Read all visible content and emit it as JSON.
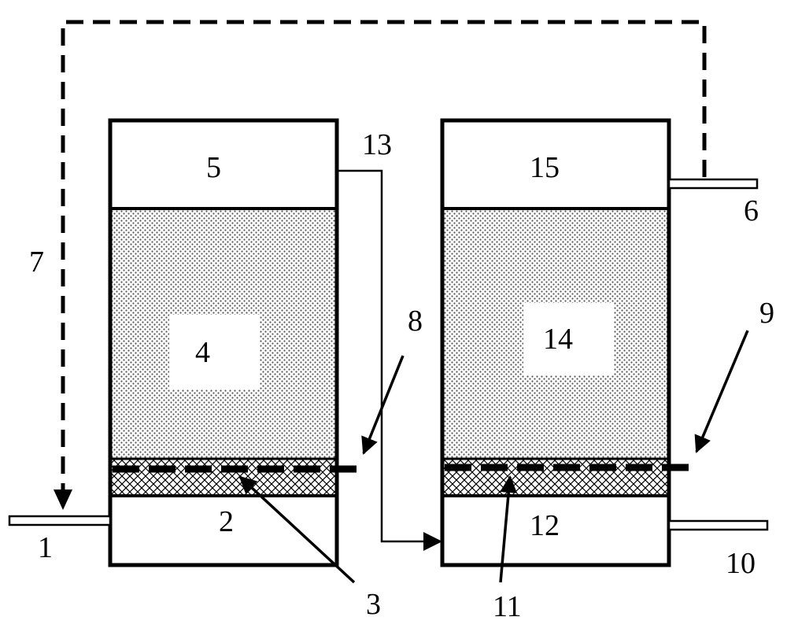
{
  "labels": {
    "l1": "1",
    "l2": "2",
    "l3": "3",
    "l4": "4",
    "l5": "5",
    "l6": "6",
    "l7": "7",
    "l8": "8",
    "l9": "9",
    "l10": "10",
    "l11": "11",
    "l12": "12",
    "l13": "13",
    "l14": "14",
    "l15": "15"
  },
  "colors": {
    "stroke": "#000000",
    "background": "#ffffff",
    "packing_dots": "#555555",
    "label_box": "#ffffff"
  }
}
